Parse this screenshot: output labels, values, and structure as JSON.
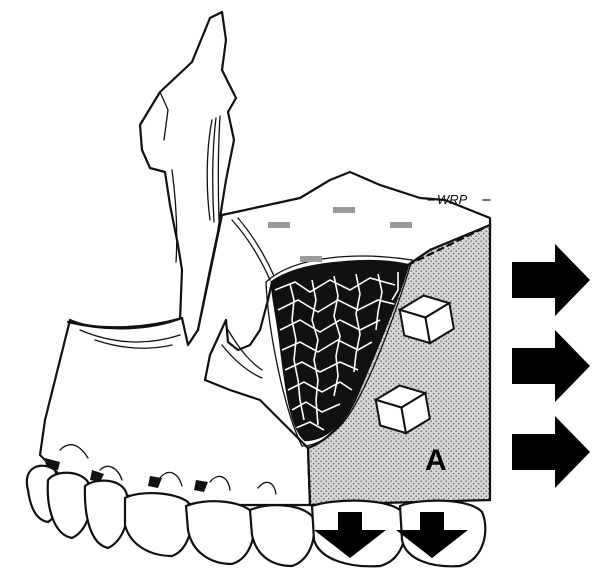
{
  "figure": {
    "label_a": "A",
    "signature": "WRP",
    "colors": {
      "ink": "#111111",
      "stipple_bg": "#d9d9d9",
      "marrow": "#111111",
      "minus_marks": "#9a9a9a",
      "arrows": "#000000"
    },
    "icons": {
      "force_arrow_right": "right-arrow-icon",
      "force_arrow_down": "down-arrow-icon",
      "tooth_crystal": "cube-icon",
      "negative_charge": "minus-icon"
    },
    "counts": {
      "right_arrows": 3,
      "down_arrows": 2,
      "minus_marks": 4,
      "cube_symbols": 2
    }
  }
}
